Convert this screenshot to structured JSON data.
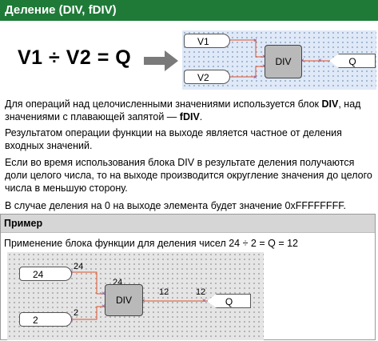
{
  "title": "Деление (DIV, fDIV)",
  "formula": "V1 ÷ V2 = Q",
  "diagram1": {
    "input1": "V1",
    "input2": "V2",
    "block": "DIV",
    "output": "Q"
  },
  "para1": {
    "t1": "Для операций над целочисленными значениями используется блок ",
    "b1": "DIV",
    "t2": ", над значениями с плавающей запятой — ",
    "b2": "fDIV",
    "t3": "."
  },
  "para2": "Результатом операции функции на выходе является частное от деления входных значений.",
  "para3": "Если во время использования блока DIV в результате деления получаются доли целого числа, то на выходе производится округление значения до целого числа в меньшую сторону.",
  "para4": "В случае деления на 0 на выходе элемента будет значение 0xFFFFFFFF.",
  "example": {
    "title": "Пример",
    "text": "Применение блока функции для деления чисел 24 ÷ 2 = Q = 12",
    "input1_value": "24",
    "input2_value": "2",
    "wire1_label": "24",
    "wire2_label": "2",
    "pin1_label": "24",
    "pin2_label": "2",
    "block": "DIV",
    "out_pin_label": "12",
    "out_wire_label": "12",
    "output": "Q"
  },
  "colors": {
    "title_bg": "#1f7a38",
    "wire_highlight": "#e0522a",
    "block_fill": "#b9b9b9"
  }
}
